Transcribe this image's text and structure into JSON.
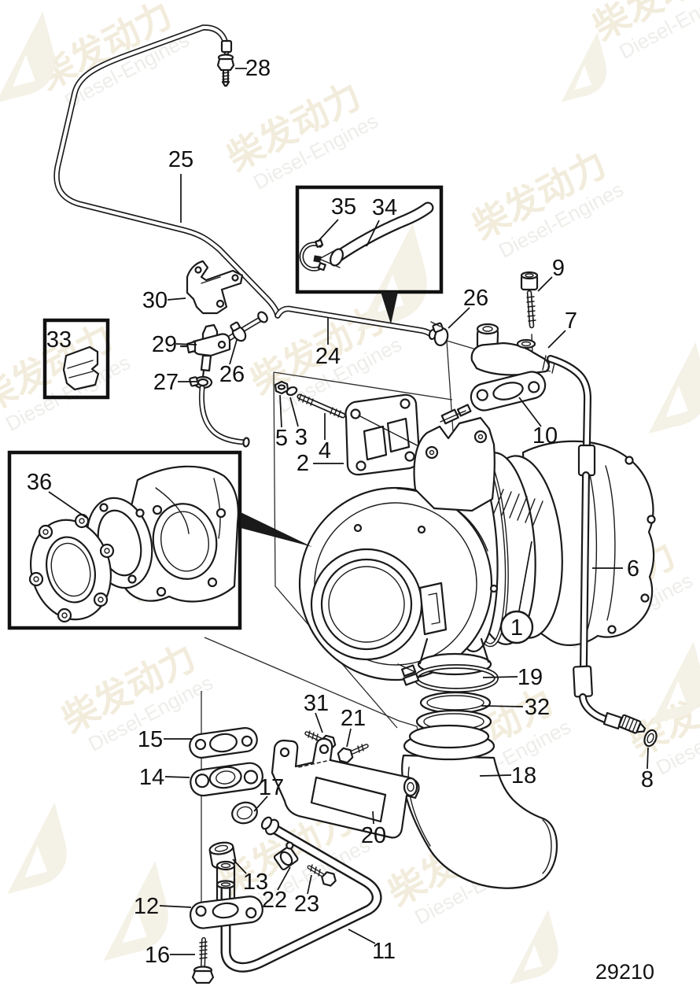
{
  "page": {
    "background": "#ffffff",
    "line_color": "#1a1a1a"
  },
  "watermark": {
    "cjk": "柴发动力",
    "latin": "Diesel-Engines"
  },
  "drawing_number": "29210",
  "callouts": {
    "n1": "1",
    "n2": "2",
    "n3": "3",
    "n4": "4",
    "n5": "5",
    "n6": "6",
    "n7": "7",
    "n8": "8",
    "n9": "9",
    "n10": "10",
    "n11": "11",
    "n12": "12",
    "n13": "13",
    "n14": "14",
    "n15": "15",
    "n16": "16",
    "n17": "17",
    "n18": "18",
    "n19": "19",
    "n20": "20",
    "n21": "21",
    "n22": "22",
    "n23": "23",
    "n24": "24",
    "n25": "25",
    "n26": "26",
    "n26b": "26",
    "n27": "27",
    "n28": "28",
    "n29": "29",
    "n30": "30",
    "n31": "31",
    "n32": "32",
    "n33": "33",
    "n34": "34",
    "n35": "35",
    "n36": "36"
  }
}
